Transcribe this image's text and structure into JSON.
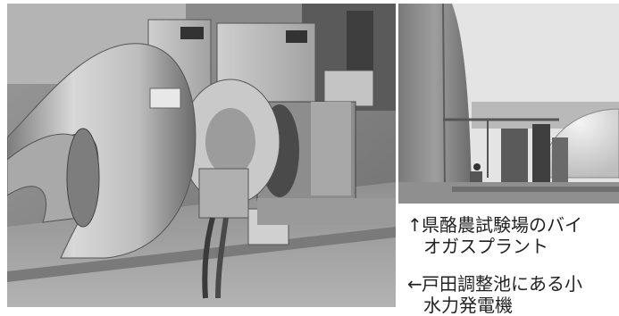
{
  "captions": {
    "top": {
      "arrow": "↑",
      "line1": "県酪農試験場のバイ",
      "line2": "オガスプラント"
    },
    "bottom": {
      "arrow": "←",
      "line1": "戸田調整池にある小",
      "line2": "水力発電機"
    }
  }
}
